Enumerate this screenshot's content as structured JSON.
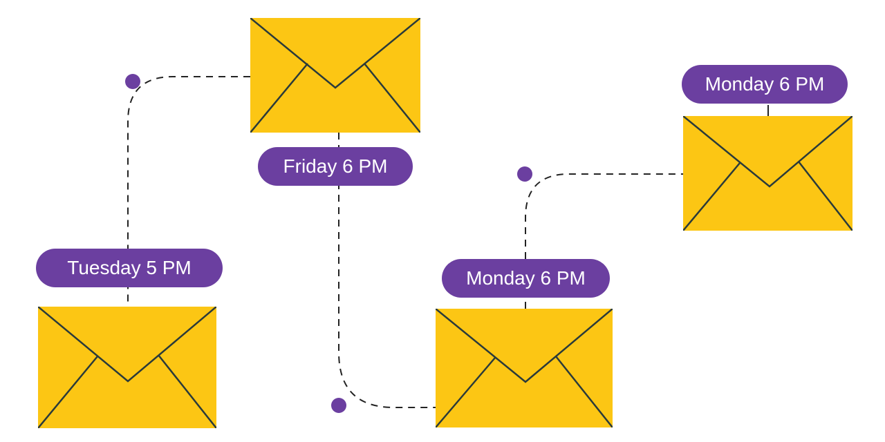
{
  "colors": {
    "envelope_fill": "#fcc614",
    "envelope_stroke": "#2a3a3a",
    "pill_fill": "#6b3fa0",
    "pill_text": "#ffffff",
    "dot_fill": "#6b3fa0",
    "line_stroke": "#222222"
  },
  "nodes": [
    {
      "id": "friday",
      "label": "Friday 6 PM",
      "icon": "envelope-icon"
    },
    {
      "id": "tuesday",
      "label": "Tuesday 5 PM",
      "icon": "envelope-icon"
    },
    {
      "id": "monday-bottom",
      "label": "Monday 6 PM",
      "icon": "envelope-icon"
    },
    {
      "id": "monday-top",
      "label": "Monday 6 PM",
      "icon": "envelope-icon"
    }
  ]
}
